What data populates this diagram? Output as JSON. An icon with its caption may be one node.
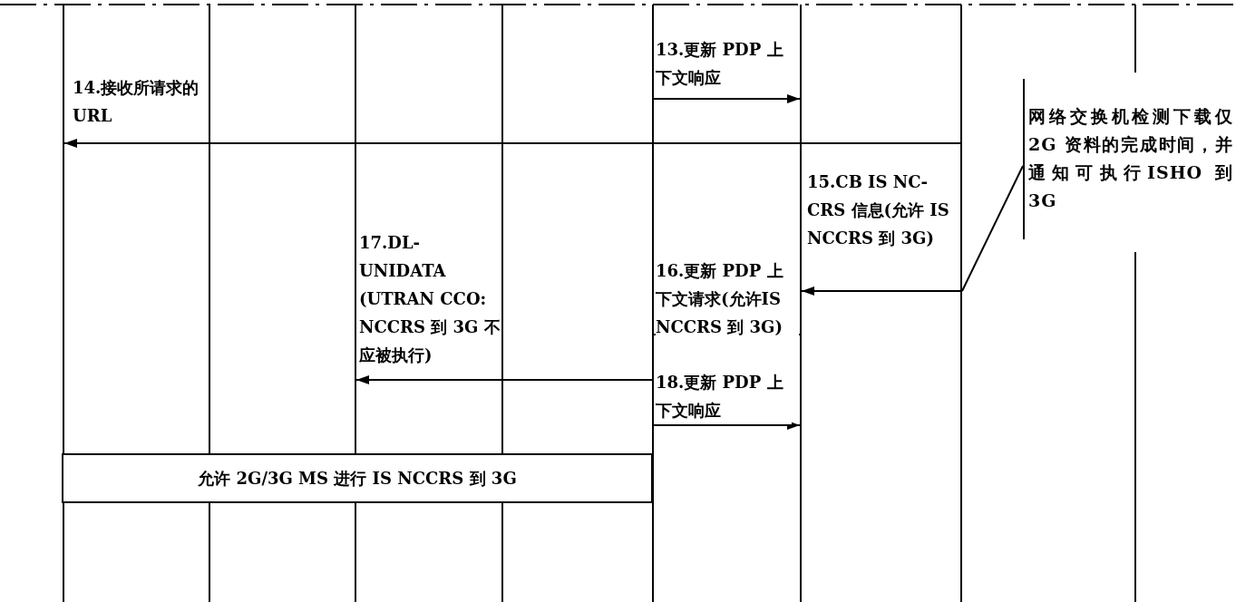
{
  "diagram": {
    "nodes": [
      {
        "text": [],
        "shape": "bar"
      },
      {
        "text": [],
        "shape": "bar"
      },
      {
        "text": [],
        "shape": "bar"
      },
      {
        "text": [],
        "shape": "bar"
      },
      {
        "text": [],
        "shape": "bar"
      },
      {
        "text": [],
        "shape": "bar"
      },
      {
        "text": [],
        "shape": "bar"
      },
      {
        "text": [],
        "shape": "bar"
      },
      {
        "text": [
          "允许 2G/3G MS 进行 IS NCCRS 到 3G"
        ]
      },
      {
        "text": [
          "网络交换机检测下载仅 2G 资料的完成时间，并通知可执行ISHO 到 3G"
        ]
      }
    ],
    "edges": [
      {
        "from": 4,
        "to": 5,
        "arrow": "to",
        "label": "13.更新 PDP 上下文响应"
      },
      {
        "from": 6,
        "to": 0,
        "arrow": "to",
        "label": "14.接收所请求的 URL"
      },
      {
        "from": 6,
        "to": 5,
        "arrow": "to",
        "label": "15.CB IS NC-CRS 信息(允许 IS NCCRS 到 3G)"
      },
      {
        "from": 5,
        "to": 4,
        "arrow": "to",
        "label": "16.更新 PDP 上下文请求(允许IS NCCRS 到 3G)"
      },
      {
        "from": 4,
        "to": 2,
        "arrow": "to",
        "label": "17.DL-UNIDATA (UTRAN CCO: NCCRS 到 3G 不应被执行)"
      },
      {
        "from": 4,
        "to": 5,
        "arrow": "to",
        "label": "18.更新 PDP 上下文响应"
      },
      {
        "from": 9,
        "to": 6,
        "arrow": "none"
      }
    ]
  }
}
